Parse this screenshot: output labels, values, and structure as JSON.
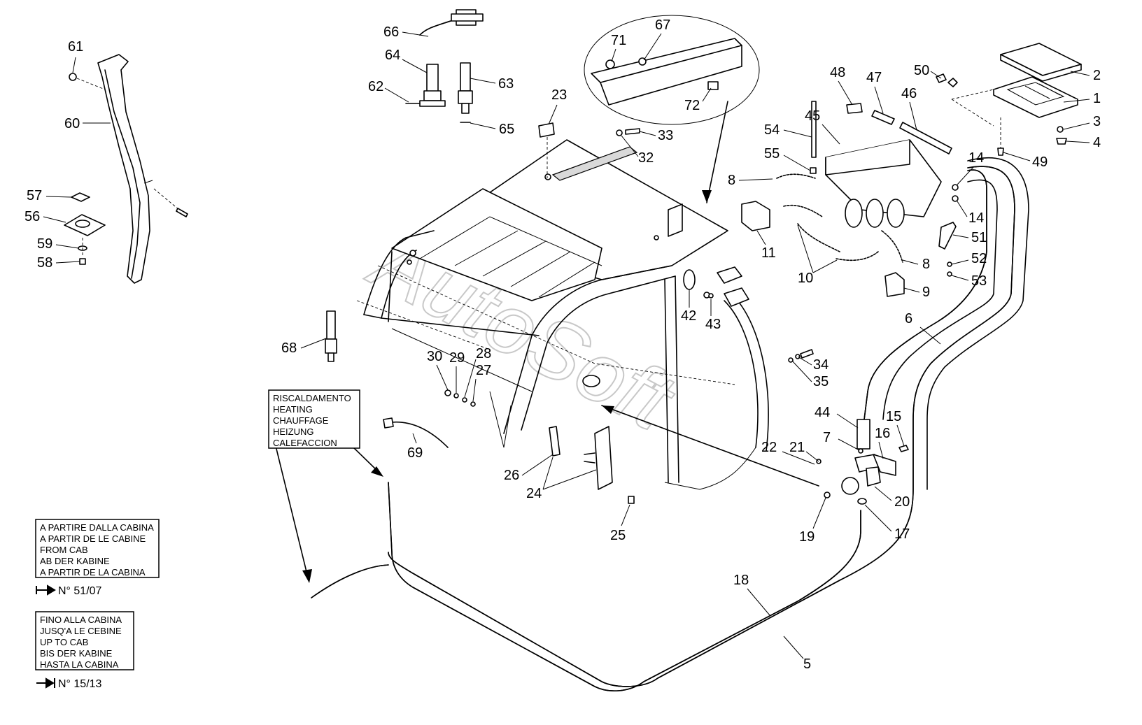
{
  "watermark": "AutoSoft",
  "callouts": [
    {
      "id": "61",
      "label": "61"
    },
    {
      "id": "60",
      "label": "60"
    },
    {
      "id": "57",
      "label": "57"
    },
    {
      "id": "56",
      "label": "56"
    },
    {
      "id": "59",
      "label": "59"
    },
    {
      "id": "58",
      "label": "58"
    },
    {
      "id": "66",
      "label": "66"
    },
    {
      "id": "64",
      "label": "64"
    },
    {
      "id": "62",
      "label": "62"
    },
    {
      "id": "63",
      "label": "63"
    },
    {
      "id": "65",
      "label": "65"
    },
    {
      "id": "67",
      "label": "67"
    },
    {
      "id": "71",
      "label": "71"
    },
    {
      "id": "72",
      "label": "72"
    },
    {
      "id": "23",
      "label": "23"
    },
    {
      "id": "33",
      "label": "33"
    },
    {
      "id": "32",
      "label": "32"
    },
    {
      "id": "48",
      "label": "48"
    },
    {
      "id": "47",
      "label": "47"
    },
    {
      "id": "46",
      "label": "46"
    },
    {
      "id": "45",
      "label": "45"
    },
    {
      "id": "50",
      "label": "50"
    },
    {
      "id": "2",
      "label": "2"
    },
    {
      "id": "1",
      "label": "1"
    },
    {
      "id": "3",
      "label": "3"
    },
    {
      "id": "4",
      "label": "4"
    },
    {
      "id": "49",
      "label": "49"
    },
    {
      "id": "54",
      "label": "54"
    },
    {
      "id": "55",
      "label": "55"
    },
    {
      "id": "8a",
      "label": "8"
    },
    {
      "id": "14a",
      "label": "14"
    },
    {
      "id": "14b",
      "label": "14"
    },
    {
      "id": "11",
      "label": "11"
    },
    {
      "id": "51",
      "label": "51"
    },
    {
      "id": "52",
      "label": "52"
    },
    {
      "id": "53",
      "label": "53"
    },
    {
      "id": "8b",
      "label": "8"
    },
    {
      "id": "10",
      "label": "10"
    },
    {
      "id": "9",
      "label": "9"
    },
    {
      "id": "42",
      "label": "42"
    },
    {
      "id": "43",
      "label": "43"
    },
    {
      "id": "6",
      "label": "6"
    },
    {
      "id": "68",
      "label": "68"
    },
    {
      "id": "30",
      "label": "30"
    },
    {
      "id": "29",
      "label": "29"
    },
    {
      "id": "28",
      "label": "28"
    },
    {
      "id": "27",
      "label": "27"
    },
    {
      "id": "34",
      "label": "34"
    },
    {
      "id": "35",
      "label": "35"
    },
    {
      "id": "44",
      "label": "44"
    },
    {
      "id": "15",
      "label": "15"
    },
    {
      "id": "7",
      "label": "7"
    },
    {
      "id": "16",
      "label": "16"
    },
    {
      "id": "22",
      "label": "22"
    },
    {
      "id": "21",
      "label": "21"
    },
    {
      "id": "69",
      "label": "69"
    },
    {
      "id": "26",
      "label": "26"
    },
    {
      "id": "24",
      "label": "24"
    },
    {
      "id": "20",
      "label": "20"
    },
    {
      "id": "19",
      "label": "19"
    },
    {
      "id": "17",
      "label": "17"
    },
    {
      "id": "25",
      "label": "25"
    },
    {
      "id": "18",
      "label": "18"
    },
    {
      "id": "5",
      "label": "5"
    }
  ],
  "heating_box": {
    "lines": [
      "RISCALDAMENTO",
      "HEATING",
      "CHAUFFAGE",
      "HEIZUNG",
      "CALEFACCION"
    ]
  },
  "from_cab_box": {
    "lines": [
      "A PARTIRE DALLA CABINA",
      "A PARTIR DE LE CABINE",
      "FROM CAB",
      "AB DER KABINE",
      "A PARTIR DE LA CABINA"
    ],
    "serial": "N° 51/07"
  },
  "up_to_cab_box": {
    "lines": [
      "FINO ALLA CABINA",
      "JUSQ'A LE CEBINE",
      "UP TO CAB",
      "BIS DER KABINE",
      "HASTA LA  CABINA"
    ],
    "serial": "N° 15/13"
  }
}
